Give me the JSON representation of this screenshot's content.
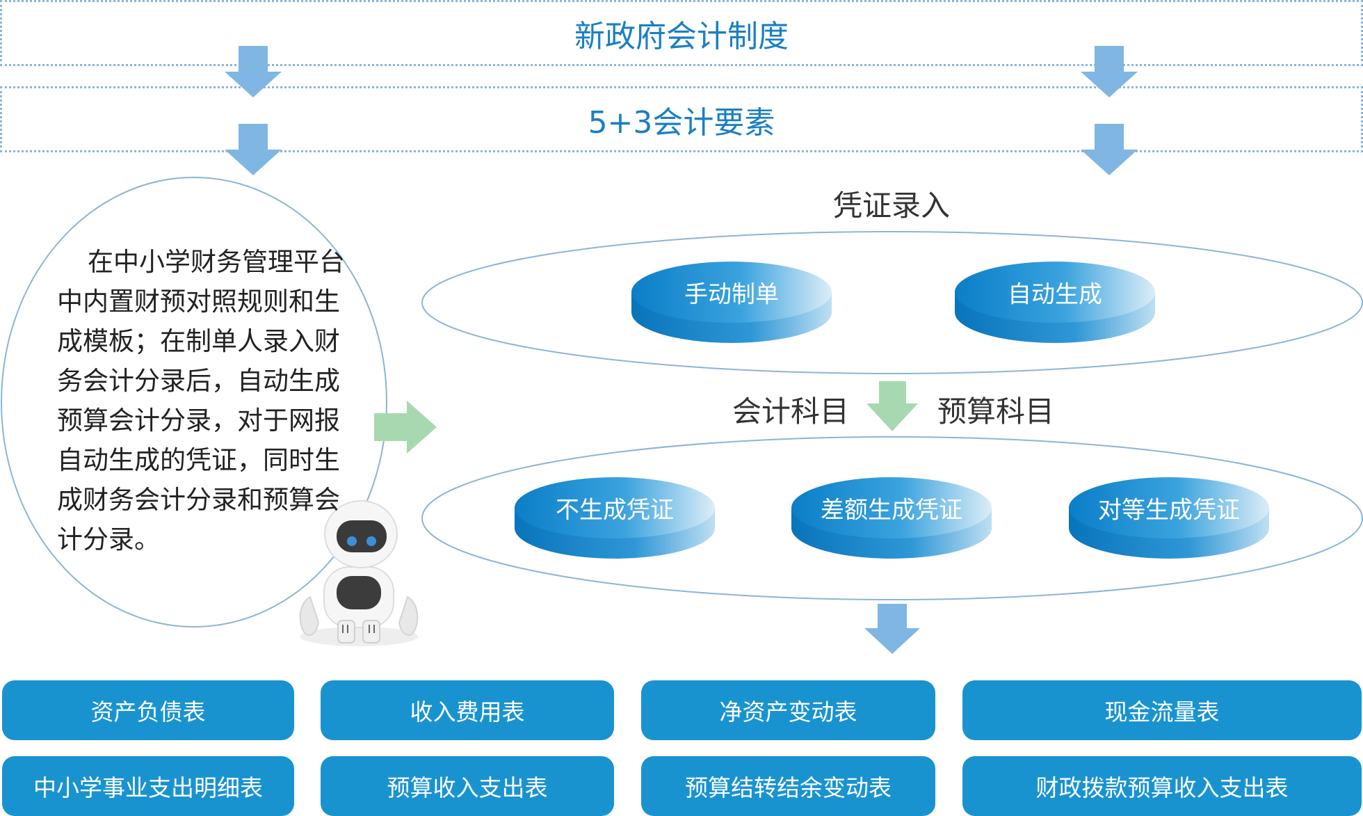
{
  "top_banner": "新政府会计制度",
  "second_banner": "5+3会计要素",
  "voucher_section_title": "凭证录入",
  "voucher_methods": [
    "手动制单",
    "自动生成"
  ],
  "subjects": {
    "left": "会计科目",
    "right": "预算科目"
  },
  "generation_types": [
    "不生成凭证",
    "差额生成凭证",
    "对等生成凭证"
  ],
  "bubble_text": "在中小学财务管理平台中内置财预对照规则和生成模板；在制单人录入财务会计分录后，自动生成预算会计分录，对于网报自动生成的凭证，同时生成财务会计分录和预算会计分录。",
  "reports": [
    "资产负债表",
    "收入费用表",
    "净资产变动表",
    "现金流量表",
    "中小学事业支出明细表",
    "预算收入支出表",
    "预算结转结余变动表",
    "财政拨款预算收入支出表"
  ],
  "colors": {
    "blue_text": "#1a7fc4",
    "arrow_blue": "#7fb6e3",
    "arrow_green": "#a8d8b0",
    "report_bg": "#1993d0",
    "ellipse_stroke": "#8ab4d8"
  }
}
